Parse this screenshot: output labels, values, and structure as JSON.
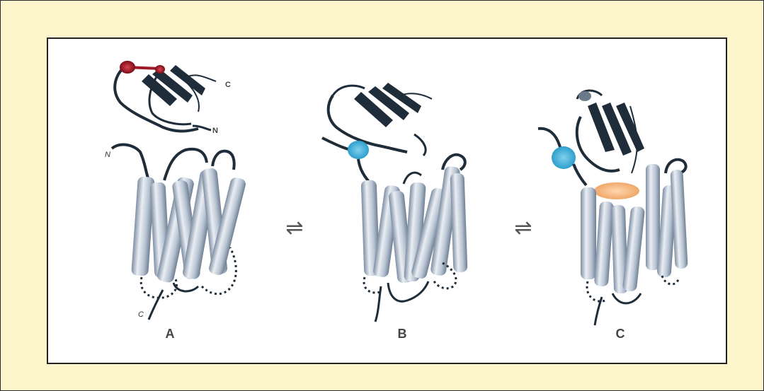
{
  "panels": [
    {
      "label": "A",
      "n_terminus": "N",
      "c_terminus": "C",
      "ligand_n": "N",
      "ligand_c": "C"
    },
    {
      "label": "B"
    },
    {
      "label": "C"
    }
  ],
  "equilibrium_symbol": "⇌",
  "colors": {
    "background": "#fdf5cc",
    "helix": "#a9b7c8",
    "ribbon": "#1f2d3a",
    "disulfide": "#a01826",
    "contact_blue": "#4fb2d6",
    "contact_orange": "#f2b37a"
  }
}
